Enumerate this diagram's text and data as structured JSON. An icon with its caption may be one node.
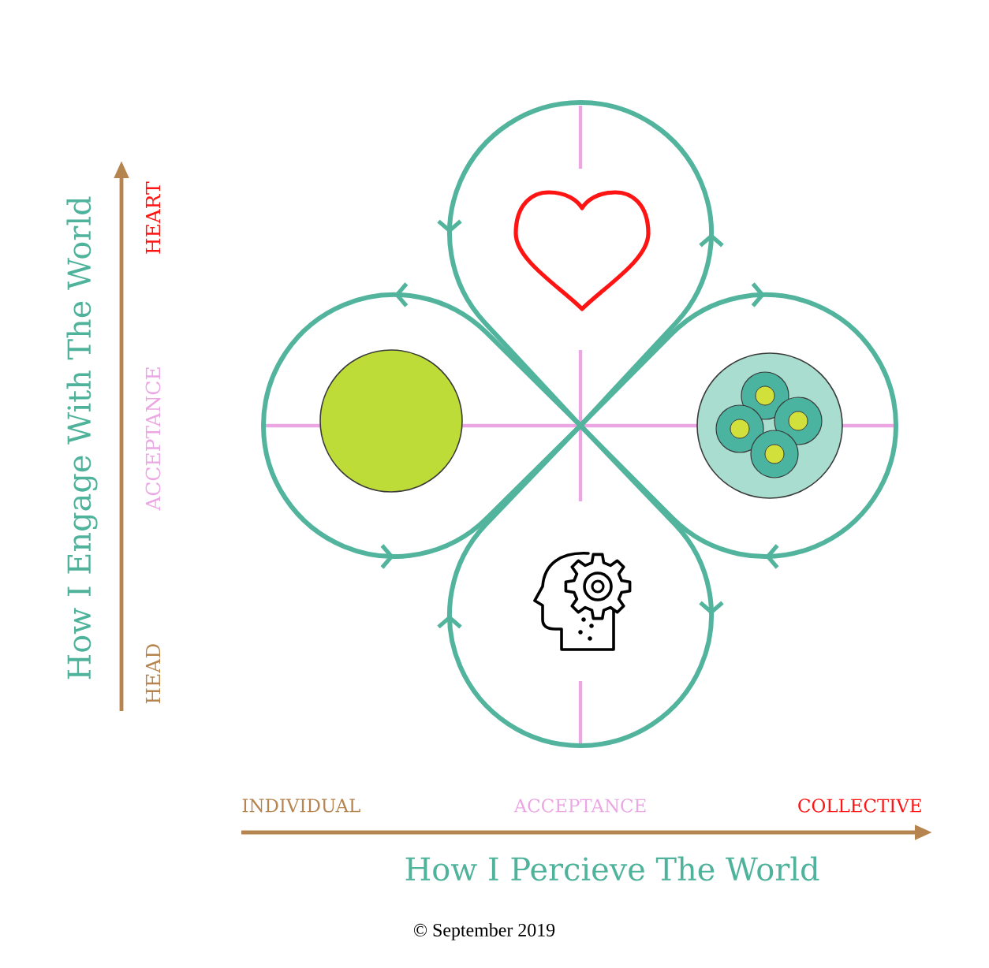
{
  "diagram": {
    "nodes": [
      {
        "text": [],
        "shape": "heart"
      },
      {
        "text": [],
        "shape": "circle"
      },
      {
        "text": [],
        "shape": "picture"
      },
      {
        "text": [],
        "shape": "picture"
      }
    ],
    "labels": [
      "How I Engage With The World",
      "HEART",
      "ACCEPTANCE",
      "HEAD",
      "INDIVIDUAL",
      "ACCEPTANCE",
      "COLLECTIVE",
      "How I Percieve The World",
      "© September 2019"
    ]
  }
}
